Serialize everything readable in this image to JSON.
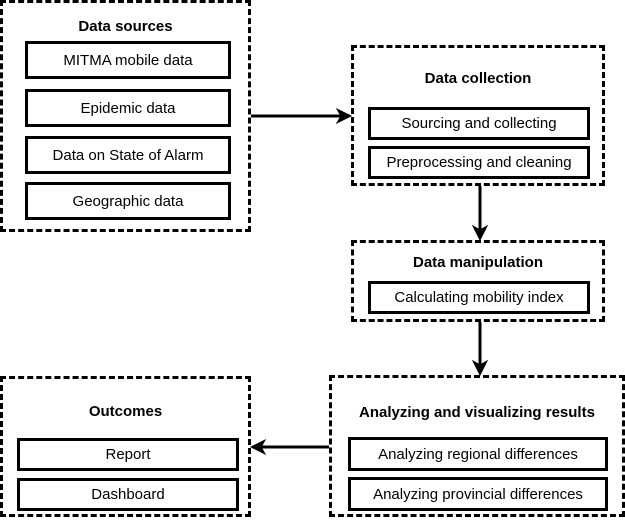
{
  "groups": {
    "data_sources": {
      "title": "Data sources",
      "items": [
        "MITMA mobile data",
        "Epidemic data",
        "Data on State of Alarm",
        "Geographic data"
      ]
    },
    "data_collection": {
      "title": "Data collection",
      "items": [
        "Sourcing and collecting",
        "Preprocessing and cleaning"
      ]
    },
    "data_manipulation": {
      "title": "Data manipulation",
      "items": [
        "Calculating mobility index"
      ]
    },
    "analyzing": {
      "title": "Analyzing and visualizing results",
      "items": [
        "Analyzing regional differences",
        "Analyzing provincial differences"
      ]
    },
    "outcomes": {
      "title": "Outcomes",
      "items": [
        "Report",
        "Dashboard"
      ]
    }
  },
  "colors": {
    "stroke": "#000000",
    "background": "#ffffff"
  }
}
